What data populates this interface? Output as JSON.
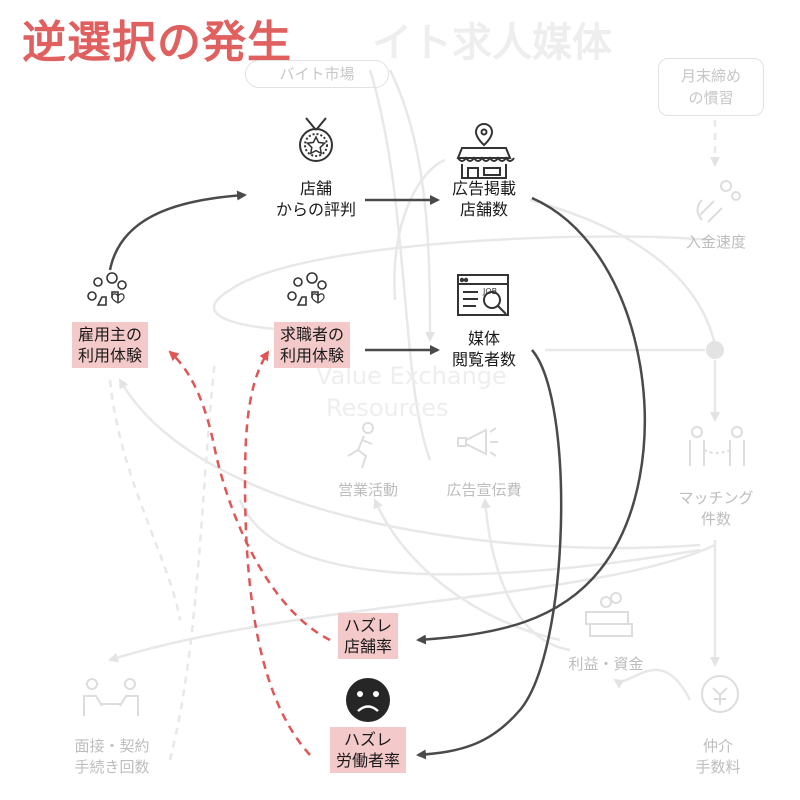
{
  "title": "逆選択の発生",
  "ghost_title": "イト求人媒体",
  "pill_label": "バイト市場",
  "box_label_line1": "月末締め",
  "box_label_line2": "の慣習",
  "watermark_1": "Value Exchange",
  "watermark_2": "Resources",
  "nodes": {
    "store_reputation": {
      "line1": "店舗",
      "line2": "からの評判"
    },
    "ad_store_count": {
      "line1": "広告掲載",
      "line2": "店舗数"
    },
    "employer_experience": {
      "line1": "雇用主の",
      "line2": "利用体験"
    },
    "jobseeker_experience": {
      "line1": "求職者の",
      "line2": "利用体験"
    },
    "media_viewers": {
      "line1": "媒体",
      "line2": "閲覧者数"
    },
    "bad_store_rate": {
      "line1": "ハズレ",
      "line2": "店舗率"
    },
    "bad_worker_rate": {
      "line1": "ハズレ",
      "line2": "労働者率"
    }
  },
  "faint_nodes": {
    "deposit_speed": "入金速度",
    "sales_activity": "営業活動",
    "advertising_cost": "広告宣伝費",
    "matching_line1": "マッチング",
    "matching_line2": "件数",
    "profit": "利益・資金",
    "interview_line1": "面接・契約",
    "interview_line2": "手続き回数",
    "fee_line1": "仲介",
    "fee_line2": "手数料"
  },
  "icons": [
    "medal-icon",
    "storefront-icon",
    "reactions-icon",
    "job-listing-icon",
    "sad-face-icon",
    "magnet-coins-icon",
    "running-person-icon",
    "megaphone-icon",
    "handshake-people-icon",
    "money-stack-icon",
    "interview-icon",
    "yen-coin-icon"
  ],
  "colors": {
    "title": "#e06060",
    "pink_box": "#f4c9c9",
    "arrow_dark": "#4a4a4a",
    "arrow_red_dashed": "#e05555",
    "faint": "#e6e6e6"
  }
}
